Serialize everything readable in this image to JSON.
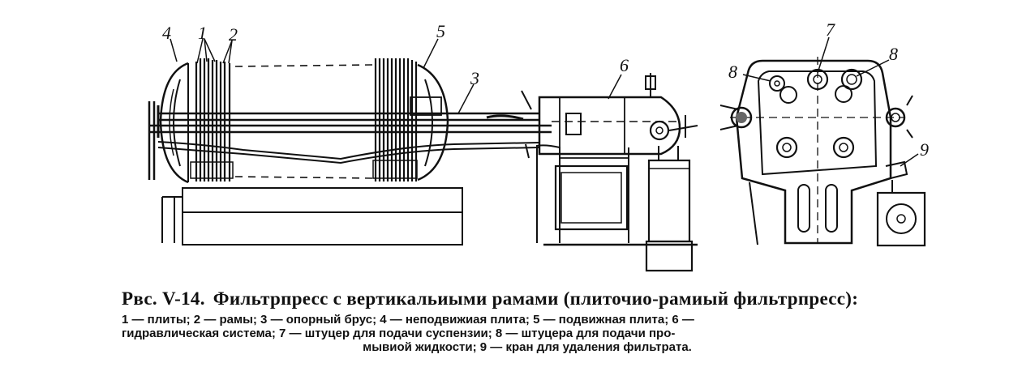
{
  "figure": {
    "labels": {
      "l4": "4",
      "l1": "1",
      "l2": "2",
      "l5": "5",
      "l3": "3",
      "l6": "6",
      "l7": "7",
      "l8a": "8",
      "l8b": "8",
      "l9": "9"
    }
  },
  "caption": {
    "figure_number": "Рвс. V-14.",
    "title": "Фильтрпресс с вертикальиыми рамами (плиточио-рамиый фильтрпресс):",
    "legend_lines": [
      "1 — плиты; 2 — рамы; 3 — опорный брус; 4 — неподвижиая плита; 5 — подвижная плита; 6 —",
      "гидравлическая система; 7 — штуцер для подачи суспензии; 8 — штуцера для подачи про-",
      "мывиой жидкости; 9 — кран для удаления фильтрата."
    ]
  }
}
